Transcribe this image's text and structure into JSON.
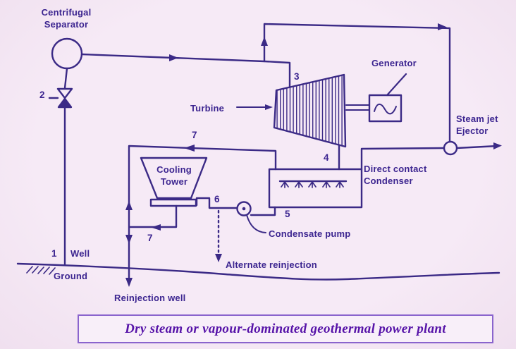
{
  "title": "Dry steam or vapour-dominated geothermal power plant",
  "colors": {
    "background": "#f3e6f2",
    "line": "#3b2a86",
    "label_text": "#3c2590",
    "title_text": "#5613a8",
    "title_border": "#8a64cd"
  },
  "labels": {
    "separator_line1": "Centrifugal",
    "separator_line2": "Separator",
    "turbine": "Turbine",
    "generator": "Generator",
    "steam_jet_line1": "Steam jet",
    "steam_jet_line2": "Ejector",
    "condenser_line1": "Direct contact",
    "condenser_line2": "Condenser",
    "cooling_tower_line1": "Cooling",
    "cooling_tower_line2": "Tower",
    "condensate_pump": "Condensate pump",
    "alternate_reinjection": "Alternate reinjection",
    "reinjection_well": "Reinjection well",
    "well": "Well",
    "ground": "Ground"
  },
  "state_points": {
    "wellhead": "1",
    "separator_valve": "2",
    "turbine_inlet": "3",
    "turbine_exhaust": "4",
    "condensate": "5",
    "pump_junction": "6",
    "cooling_water": "7"
  }
}
